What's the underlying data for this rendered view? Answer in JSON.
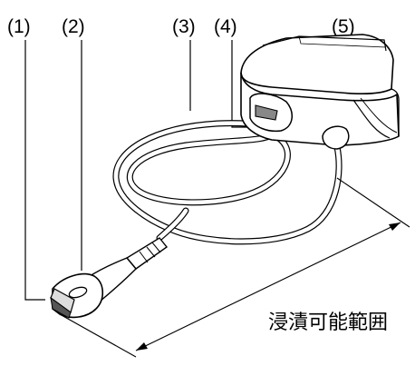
{
  "callouts": [
    {
      "id": "callout-1",
      "label": "(1)"
    },
    {
      "id": "callout-2",
      "label": "(2)"
    },
    {
      "id": "callout-3",
      "label": "(3)"
    },
    {
      "id": "callout-4",
      "label": "(4)"
    },
    {
      "id": "callout-5",
      "label": "(5)"
    }
  ],
  "immersion_caption": "浸漬可能範囲"
}
